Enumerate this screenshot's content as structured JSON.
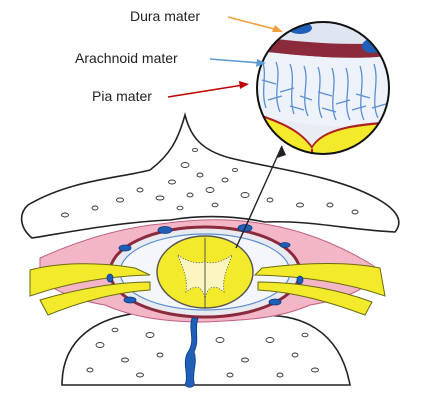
{
  "labels": {
    "dura": "Dura mater",
    "arachnoid": "Arachnoid mater",
    "pia": "Pia mater"
  },
  "colors": {
    "dura_pointer": "#f0a040",
    "arachnoid_pointer": "#5b9bd5",
    "pia_pointer": "#c00000",
    "dura_layer": "#8b2a3a",
    "dura_outer": "#f4b8c8",
    "arachnoid_fibers": "#5a8fd0",
    "pia_line": "#b02020",
    "spinal_cord": "#f2ea2a",
    "vessel_blue": "#1f5fb8",
    "bone_outline": "#222222",
    "soft_tissue": "#f2b6c6"
  }
}
